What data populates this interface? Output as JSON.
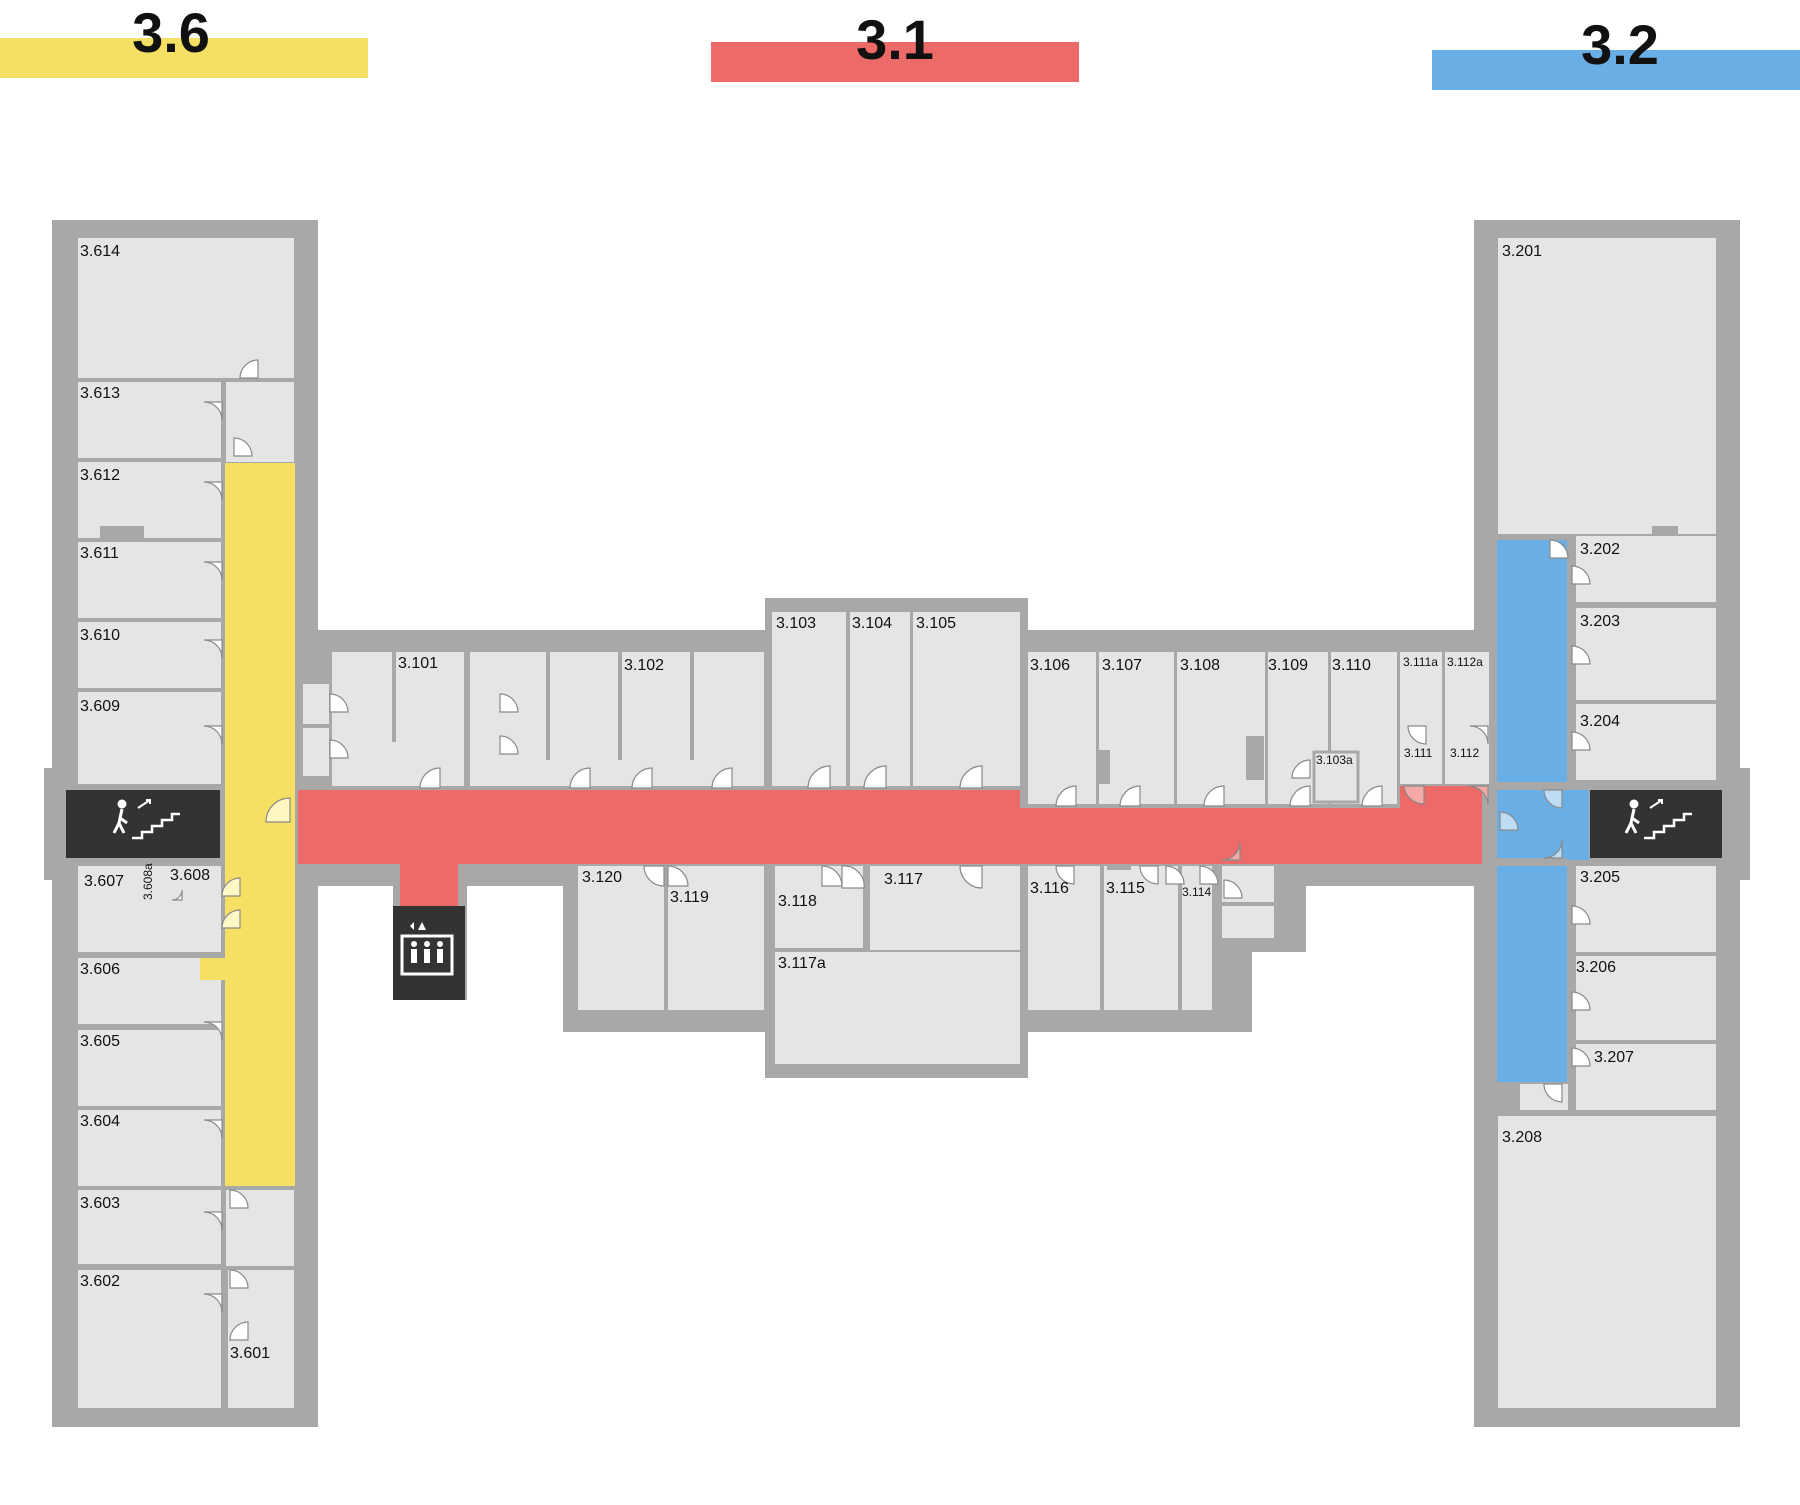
{
  "colors": {
    "wall": "#a8a8a8",
    "room": "#e5e5e5",
    "wing_3_6": "#f5e063",
    "wing_3_1": "#ec6b68",
    "wing_3_2": "#6aaee6",
    "dark_panel": "#333333"
  },
  "wings": [
    {
      "label": "3.6",
      "color": "#f5e063"
    },
    {
      "label": "3.1",
      "color": "#ec6b68"
    },
    {
      "label": "3.2",
      "color": "#6aaee6"
    }
  ],
  "icons": [
    "stairs-icon-left",
    "elevator-icon",
    "stairs-icon-right"
  ],
  "rooms": {
    "r3614": "3.614",
    "r3613": "3.613",
    "r3612": "3.612",
    "r3611": "3.611",
    "r3610": "3.610",
    "r3609": "3.609",
    "r3607": "3.607",
    "r3608a": "3.608a",
    "r3608": "3.608",
    "r3606": "3.606",
    "r3605": "3.605",
    "r3604": "3.604",
    "r3603": "3.603",
    "r3602": "3.602",
    "r3601": "3.601",
    "r3101": "3.101",
    "r3102": "3.102",
    "r3103": "3.103",
    "r3104": "3.104",
    "r3105": "3.105",
    "r3106": "3.106",
    "r3107": "3.107",
    "r3108": "3.108",
    "r3109": "3.109",
    "r3110": "3.110",
    "r3111a": "3.111a",
    "r3112a": "3.112a",
    "r3103a": "3.103a",
    "r3111": "3.111",
    "r3112": "3.112",
    "r3120": "3.120",
    "r3119": "3.119",
    "r3118": "3.118",
    "r3117": "3.117",
    "r3117a": "3.117a",
    "r3116": "3.116",
    "r3115": "3.115",
    "r3114": "3.114",
    "r3201": "3.201",
    "r3202": "3.202",
    "r3203": "3.203",
    "r3204": "3.204",
    "r3205": "3.205",
    "r3206": "3.206",
    "r3207": "3.207",
    "r3208": "3.208"
  }
}
